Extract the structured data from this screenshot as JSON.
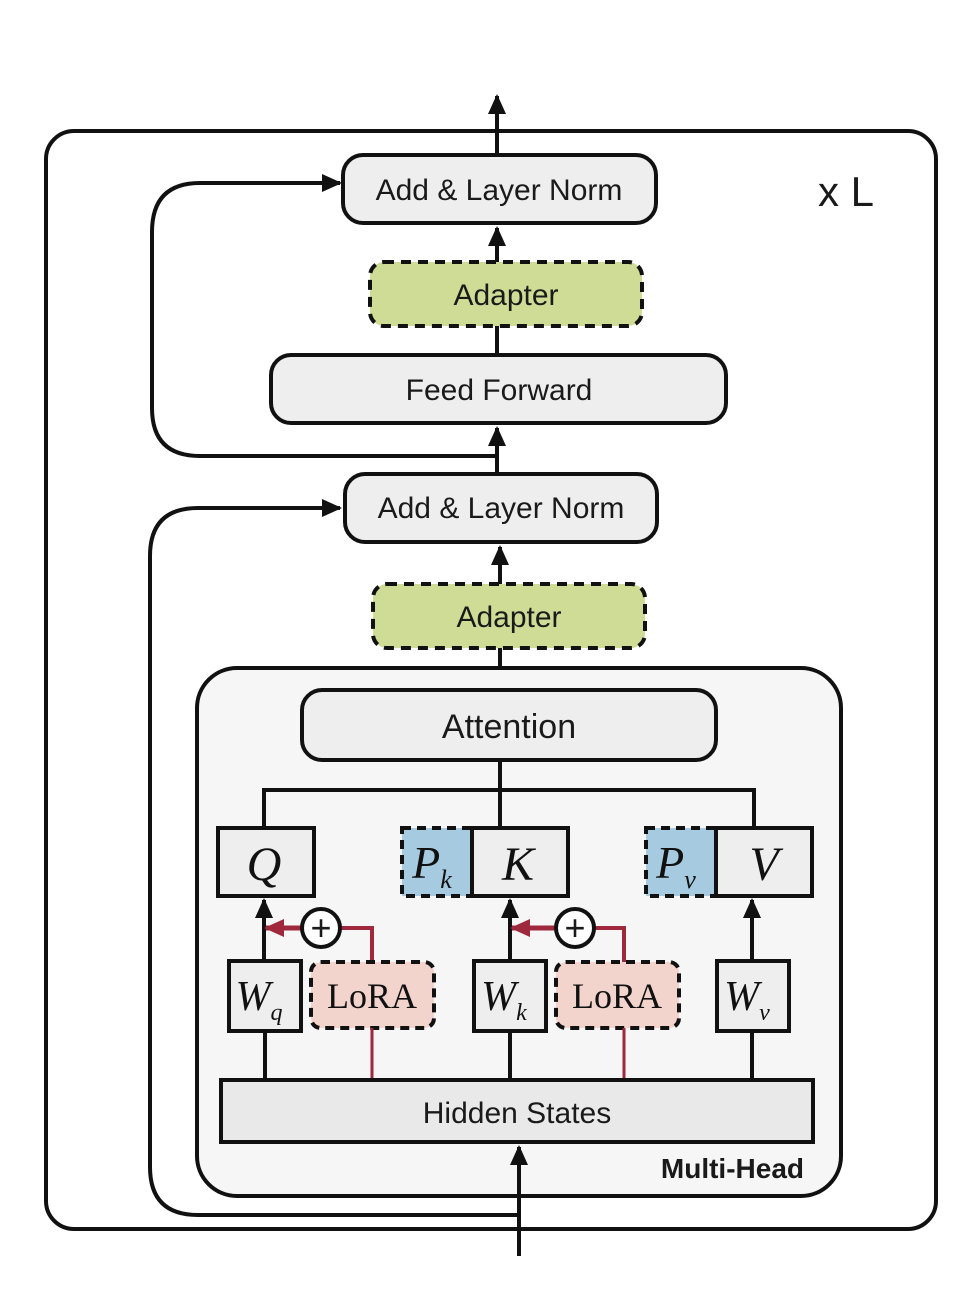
{
  "diagram": {
    "repeat_label": "x L",
    "colors": {
      "block_fill": "#eeeeee",
      "adapter_fill": "#cfdc96",
      "prefix_fill": "#a6cbe0",
      "lora_fill": "#f2d4cd",
      "lora_line": "#a0283c",
      "multihead_fill": "#f6f6f6",
      "stroke": "#111111"
    },
    "upper": {
      "add_norm": "Add & Layer Norm",
      "adapter": "Adapter",
      "feed_forward": "Feed Forward"
    },
    "lower": {
      "add_norm": "Add & Layer Norm",
      "adapter": "Adapter"
    },
    "multi_head": {
      "label": "Multi-Head",
      "attention": "Attention",
      "q": "Q",
      "k": "K",
      "v": "V",
      "prefix_k": {
        "base": "P",
        "sub": "k"
      },
      "prefix_v": {
        "base": "P",
        "sub": "v"
      },
      "wq": {
        "base": "W",
        "sub": "q"
      },
      "wk": {
        "base": "W",
        "sub": "k"
      },
      "wv": {
        "base": "W",
        "sub": "v"
      },
      "lora_q": "LoRA",
      "lora_k": "LoRA",
      "plus_symbol": "+",
      "hidden_states": "Hidden States"
    }
  }
}
